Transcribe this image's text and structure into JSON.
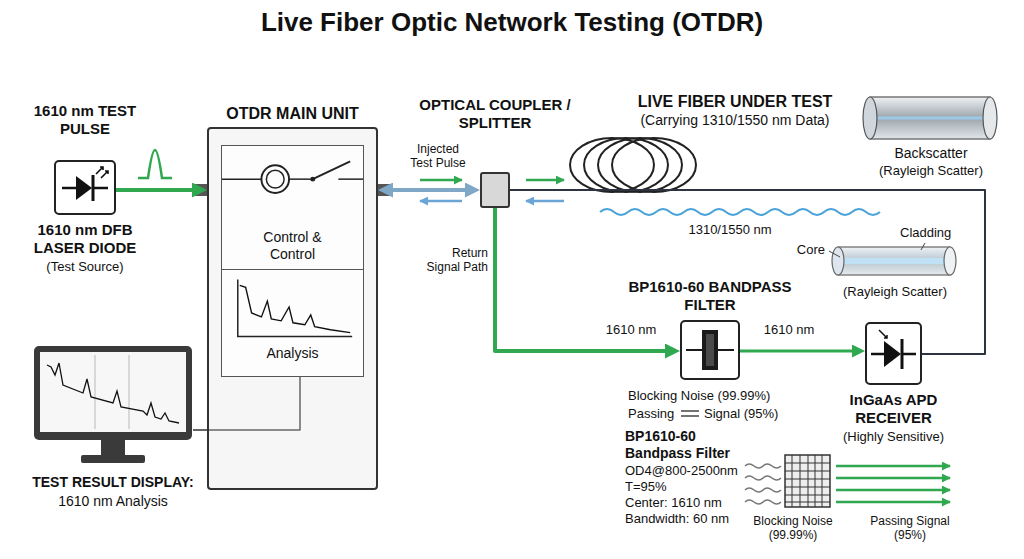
{
  "diagram": {
    "title": "Live Fiber Optic Network Testing (OTDR)",
    "nodes": [
      {
        "text": [
          "1610 nm DFB LASER DIODE",
          "(Test Source)"
        ]
      },
      {
        "text": [
          "OTDR MAIN UNIT"
        ]
      },
      {
        "text": [
          "Control & Control"
        ],
        "in": 1
      },
      {
        "text": [
          "Analysis"
        ],
        "in": 1
      },
      {
        "text": [
          "OPTICAL COUPLER / SPLITTER"
        ]
      },
      {
        "text": [
          "BP1610-60 BANDPASS FILTER"
        ]
      },
      {
        "text": [
          "InGaAs APD RECEIVER",
          "(Highly Sensitive)"
        ]
      },
      {
        "text": [
          "TEST RESULT DISPLAY:",
          "1610 nm Analysis"
        ]
      }
    ],
    "edges": [
      {
        "from": 0,
        "to": 1,
        "arrow": "to"
      },
      {
        "from": 1,
        "to": 4,
        "arrow": "both",
        "label": "Injected Test Pulse"
      },
      {
        "from": 4,
        "to": 5,
        "arrow": "to",
        "label": "Return Signal Path"
      },
      {
        "from": 5,
        "to": 6,
        "arrow": "to",
        "label": "1610 nm"
      },
      {
        "from": 4,
        "to": 6,
        "arrow": "none"
      },
      {
        "from": 3,
        "to": 7,
        "arrow": "none"
      }
    ],
    "labels": [
      "1610 nm TEST PULSE",
      "LIVE FIBER UNDER TEST",
      "(Carrying 1310/1550 nm Data)",
      "Backscatter",
      "(Rayleigh Scatter)",
      "1310/1550 nm",
      "Core",
      "Cladding",
      "(Rayleigh Scatter)",
      "1610 nm",
      "Blocking Noise (99.99%)",
      "Passing",
      "Signal (95%)",
      "BP1610-60 Bandpass Filter",
      "OD4@800-2500nm",
      "T=95%",
      "Center: 1610 nm",
      "Bandwidth: 60 nm",
      "Blocking Noise (99.99%)",
      "Passing Signal (95%)"
    ]
  }
}
